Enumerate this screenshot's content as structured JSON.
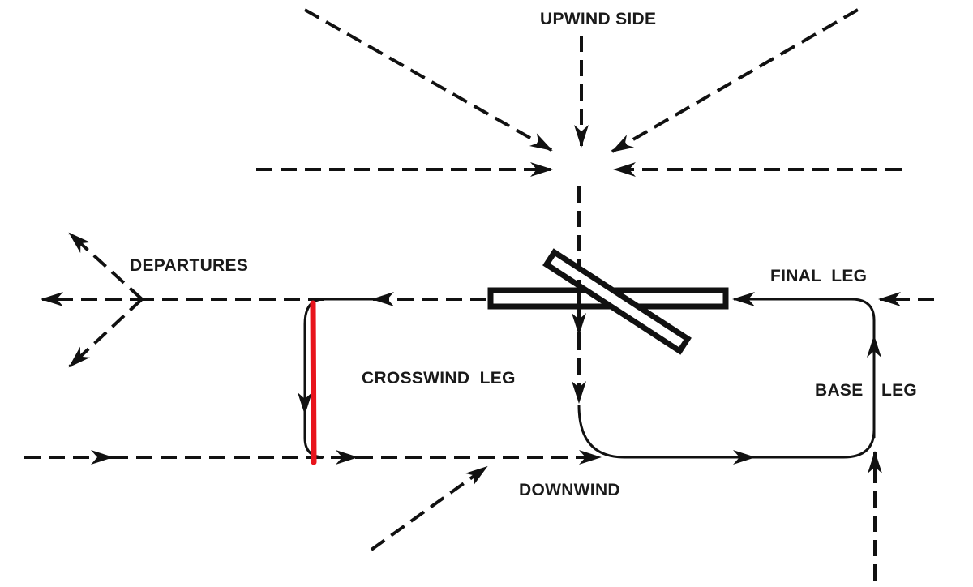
{
  "diagram": {
    "title": "Traffic pattern with entries and departures",
    "labels": {
      "upwind_side": "UPWIND SIDE",
      "departures": "DEPARTURES",
      "final_leg": "FINAL  LEG",
      "crosswind_leg": "CROSSWIND  LEG",
      "base_leg_left": "BASE",
      "base_leg_right": "LEG",
      "downwind": "DOWNWIND"
    },
    "colors": {
      "line": "#111111",
      "highlight": "#e8141c",
      "runway_fill": "#ffffff"
    },
    "highlight_marker": "red vertical line on crosswind leg"
  }
}
